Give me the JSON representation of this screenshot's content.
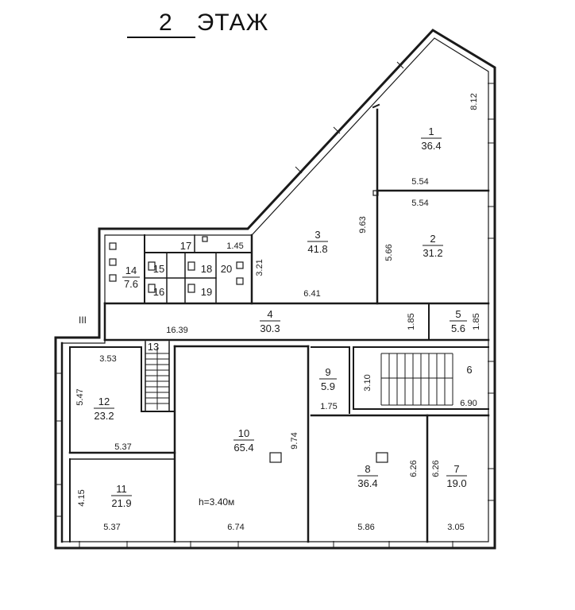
{
  "title": {
    "floor_number": "2",
    "floor_word": "ЭТАЖ"
  },
  "rooms": [
    {
      "id": "r1",
      "number": "1",
      "area": "36.4"
    },
    {
      "id": "r2",
      "number": "2",
      "area": "31.2"
    },
    {
      "id": "r3",
      "number": "3",
      "area": "41.8"
    },
    {
      "id": "r4",
      "number": "4",
      "area": "30.3"
    },
    {
      "id": "r5",
      "number": "5",
      "area": "5.6"
    },
    {
      "id": "r6",
      "number": "6",
      "area": ""
    },
    {
      "id": "r7",
      "number": "7",
      "area": "19.0"
    },
    {
      "id": "r8",
      "number": "8",
      "area": "36.4"
    },
    {
      "id": "r9",
      "number": "9",
      "area": "5.9"
    },
    {
      "id": "r10",
      "number": "10",
      "area": "65.4"
    },
    {
      "id": "r11",
      "number": "11",
      "area": "21.9"
    },
    {
      "id": "r12",
      "number": "12",
      "area": "23.2"
    },
    {
      "id": "r13",
      "number": "13",
      "area": ""
    },
    {
      "id": "r14",
      "number": "14",
      "area": "7.6"
    },
    {
      "id": "r15",
      "number": "15",
      "area": ""
    },
    {
      "id": "r16",
      "number": "16",
      "area": ""
    },
    {
      "id": "r17",
      "number": "17",
      "area": ""
    },
    {
      "id": "r18",
      "number": "18",
      "area": ""
    },
    {
      "id": "r19",
      "number": "19",
      "area": ""
    },
    {
      "id": "r20",
      "number": "20",
      "area": ""
    }
  ],
  "dimensions": {
    "d_8_12": "8.12",
    "d_5_54_a": "5.54",
    "d_5_54_b": "5.54",
    "d_9_63": "9.63",
    "d_5_66": "5.66",
    "d_3_21": "3.21",
    "d_6_41": "6.41",
    "d_1_45": "1.45",
    "d_16_39": "16.39",
    "d_1_85_a": "1.85",
    "d_1_85_b": "1.85",
    "d_3_53": "3.53",
    "d_3_10": "3.10",
    "d_6_90": "6.90",
    "d_1_75": "1.75",
    "d_5_47": "5.47",
    "d_5_37_a": "5.37",
    "d_9_74": "9.74",
    "d_6_26_a": "6.26",
    "d_6_26_b": "6.26",
    "d_4_15": "4.15",
    "d_5_37_b": "5.37",
    "d_6_74": "6.74",
    "d_5_86": "5.86",
    "d_3_05": "3.05"
  },
  "height_note": "h=3.40м",
  "section_mark": "III"
}
